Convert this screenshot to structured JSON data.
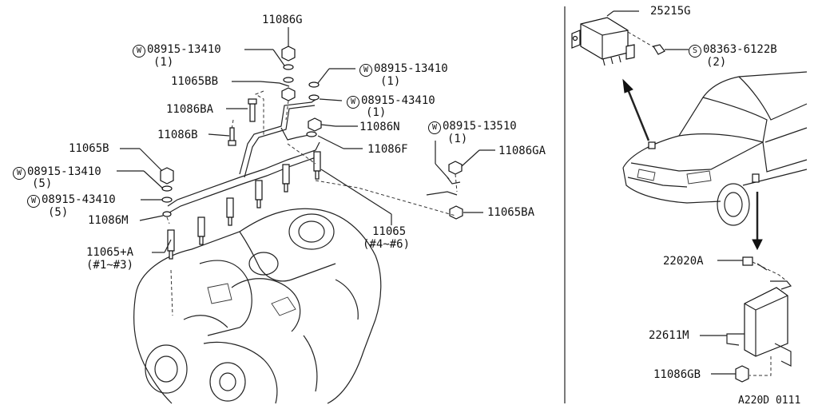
{
  "diagram": {
    "labels": {
      "p11086G": "11086G",
      "w1": "08915-13410",
      "w1q": "(1)",
      "p11065BB": "11065BB",
      "w2": "08915-13410",
      "w2q": "(1)",
      "p11086BA": "11086BA",
      "w3": "08915-43410",
      "w3q": "(1)",
      "p11086N": "11086N",
      "p11086B": "11086B",
      "p11086F": "11086F",
      "w4": "08915-13510",
      "w4q": "(1)",
      "p11086GA": "11086GA",
      "p11065B": "11065B",
      "w5": "08915-13410",
      "w5q": "(5)",
      "w6": "08915-43410",
      "w6q": "(5)",
      "p11065BA": "11065BA",
      "p11086M": "11086M",
      "p11065": "11065",
      "p11065r": "(#4~#6)",
      "p11065A": "11065+A",
      "p11065Ar": "(#1~#3)",
      "p25215G": "25215G",
      "s1": "08363-6122B",
      "s1q": "(2)",
      "p22020A": "22020A",
      "p22611M": "22611M",
      "p11086GB": "11086GB",
      "code": "A220D 0111"
    },
    "symbols": {
      "washer": "W",
      "screw": "S"
    }
  }
}
